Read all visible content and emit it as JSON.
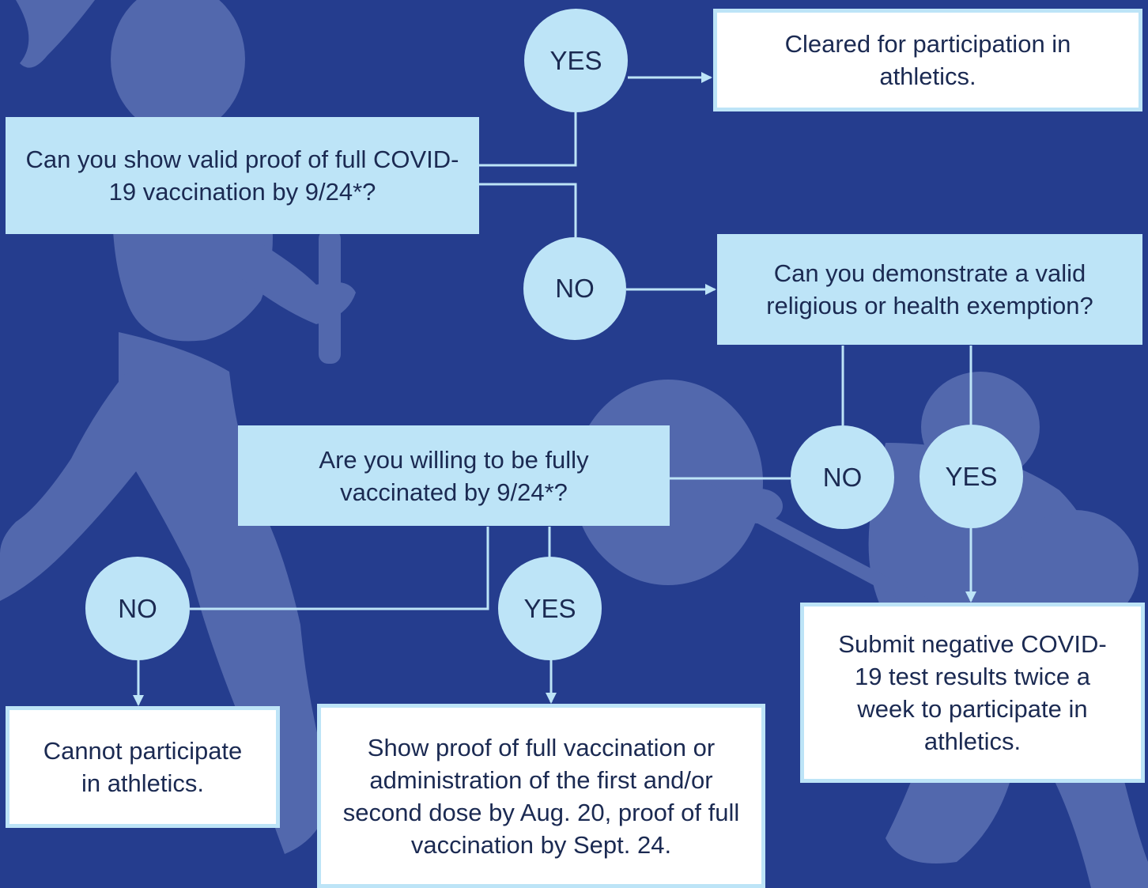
{
  "colors": {
    "background": "#253d8e",
    "question_box": "#bde4f7",
    "result_box": "#ffffff",
    "connector": "#bde4f7",
    "silhouette": "#5a70b3",
    "text": "#1b2a52"
  },
  "questions": {
    "q1": {
      "text": "Can you show valid proof of full COVID-19 vaccination by 9/24*?"
    },
    "q2": {
      "text": "Can you demonstrate a valid religious or health exemption?"
    },
    "q3": {
      "text": "Are you willing to be fully vaccinated by 9/24*?"
    }
  },
  "answers": {
    "q1_yes": "YES",
    "q1_no": "NO",
    "q2_no": "NO",
    "q2_yes": "YES",
    "q3_no": "NO",
    "q3_yes": "YES"
  },
  "results": {
    "cleared": "Cleared for participation in athletics.",
    "cannot": "Cannot participate in athletics.",
    "show_proof": "Show proof of full vaccination or administration of the first and/or second dose by Aug. 20, proof of full vaccination by Sept. 24.",
    "submit_tests": "Submit negative COVID-19 test results twice a week to participate in athletics."
  }
}
